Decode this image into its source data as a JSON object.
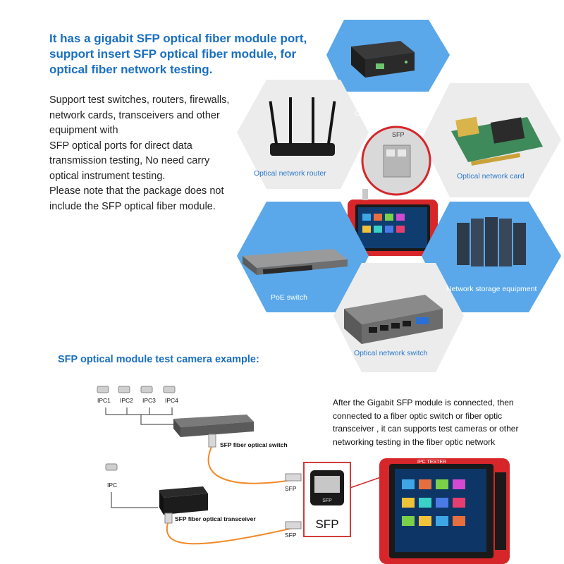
{
  "headline": [
    "It has a gigabit SFP optical fiber module port,",
    "support insert SFP optical fiber module, for",
    "optical fiber network testing."
  ],
  "body": [
    "Support test switches, routers, firewalls,",
    "network cards, transceivers and other",
    "equipment with",
    "SFP optical ports for direct data",
    "transmission testing, No need carry",
    "optical instrument testing.",
    "Please note that the package does not",
    "include the SFP optical fiber module."
  ],
  "hexagons": {
    "router_top": "Optical network router",
    "router_left": "Optical network router",
    "network_card": "Optical network card",
    "poe_switch": "PoE switch",
    "storage": "Network storage equipment",
    "optical_switch": "Optical network switch",
    "sfp_tag": "SFP"
  },
  "example": {
    "heading": "SFP optical module test camera example:",
    "description": [
      "After the Gigabit SFP module is connected, then",
      "connected to a fiber optic switch or fiber optic",
      "transceiver , it can supports test cameras or other",
      "networking testing  in the fiber optic network"
    ],
    "cameras": [
      "IPC1",
      "IPC2",
      "IPC3",
      "IPC4"
    ],
    "ipc_single": "IPC",
    "switch_label": "SFP fiber optical switch",
    "transceiver_label": "SFP fiber optical transceiver",
    "sfp_label_1": "SFP",
    "sfp_label_2": "SFP",
    "sfp_box_label": "SFP",
    "sfp_box_small": "SFP",
    "tester_brand": "IPC TESTER"
  },
  "colors": {
    "headline_blue": "#1a6fc1",
    "hex_blue": "#5aa8ea",
    "hex_grey": "#ececec",
    "device_red": "#d6262a",
    "fiber_orange": "#f08a2a"
  }
}
